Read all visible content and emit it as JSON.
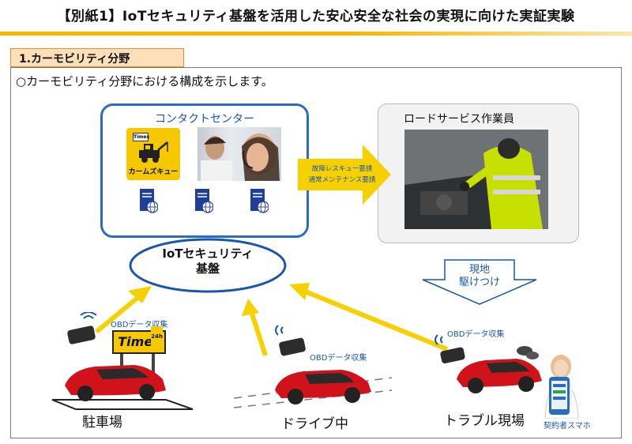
{
  "title": "【別紙1】IoTセキュリティ基盤を活用した安心安全な社会の実現に向けた実証実験",
  "section": "1.カーモビリティ分野",
  "lead": "○カーモビリティ分野における構成を示します。",
  "contact_center": {
    "title": "コンタクトセンター",
    "logo_text": "カームズキュー",
    "logo_badge": "Times"
  },
  "road_service": {
    "title": "ロードサービス作業員"
  },
  "request_arrow": {
    "line1": "故障レスキュー要請",
    "line2": "通常メンテナンス要請"
  },
  "iot_platform": {
    "line1": "IoTセキュリティ",
    "line2": "基盤"
  },
  "dispatch_arrow": {
    "line1": "現地",
    "line2": "駆けつけ"
  },
  "scenes": {
    "parking": {
      "label": "駐車場",
      "obd": "OBDデータ収集",
      "sign": "Times",
      "sign_badge": "24h"
    },
    "driving": {
      "label": "ドライブ中",
      "obd": "OBDデータ収集"
    },
    "trouble": {
      "label": "トラブル現場",
      "obd": "OBDデータ収集",
      "phone": "契約者スマホ"
    }
  },
  "colors": {
    "accent_blue": "#2a6cc0",
    "arrow_yellow": "#f7d000",
    "car_red": "#d0121b",
    "title_bar": "#f7b500"
  }
}
